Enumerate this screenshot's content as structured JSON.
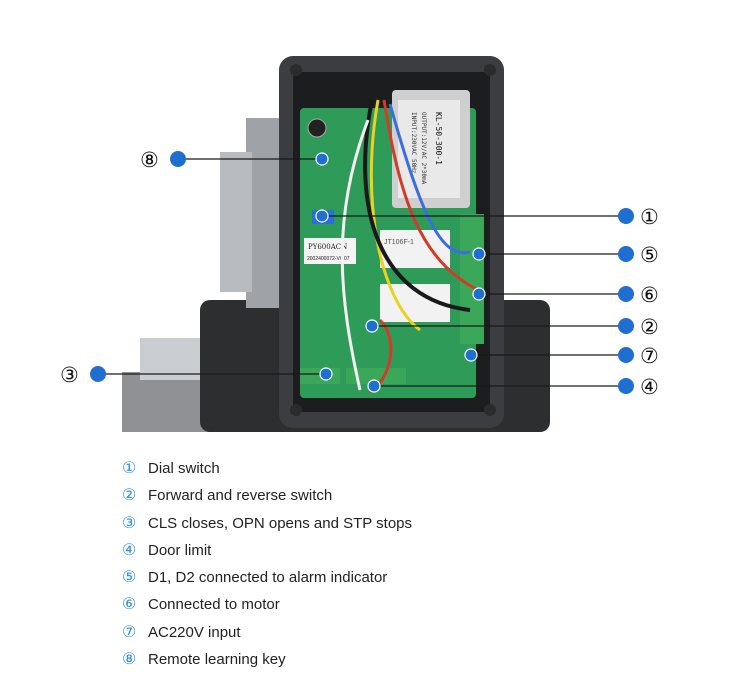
{
  "product": {
    "board_model": "PY600ACN",
    "board_code": "2002400072-V6.07",
    "transformer_label": [
      "INPUT:230VAC 50Hz",
      "OUTPUT:12V/AC 2*30mA",
      "KL-50-300-1"
    ],
    "relay_label": "JT106F-1"
  },
  "colors": {
    "marker": "#1f6fd1",
    "accent_number": "#2e8fe0",
    "board": "#2f9b58",
    "enclosure": "#3b3d40"
  },
  "callouts": [
    {
      "num": "①",
      "side": "right"
    },
    {
      "num": "②",
      "side": "right"
    },
    {
      "num": "③",
      "side": "left"
    },
    {
      "num": "④",
      "side": "right"
    },
    {
      "num": "⑤",
      "side": "right"
    },
    {
      "num": "⑥",
      "side": "right"
    },
    {
      "num": "⑦",
      "side": "right"
    },
    {
      "num": "⑧",
      "side": "left"
    }
  ],
  "legend": [
    {
      "num": "①",
      "text": "Dial switch"
    },
    {
      "num": "②",
      "text": "Forward and reverse switch"
    },
    {
      "num": "③",
      "text": "CLS closes, OPN opens and STP stops"
    },
    {
      "num": "④",
      "text": "Door limit"
    },
    {
      "num": "⑤",
      "text": "D1, D2 connected to alarm indicator"
    },
    {
      "num": "⑥",
      "text": "Connected to motor"
    },
    {
      "num": "⑦",
      "text": "AC220V input"
    },
    {
      "num": "⑧",
      "text": "Remote learning key"
    }
  ]
}
